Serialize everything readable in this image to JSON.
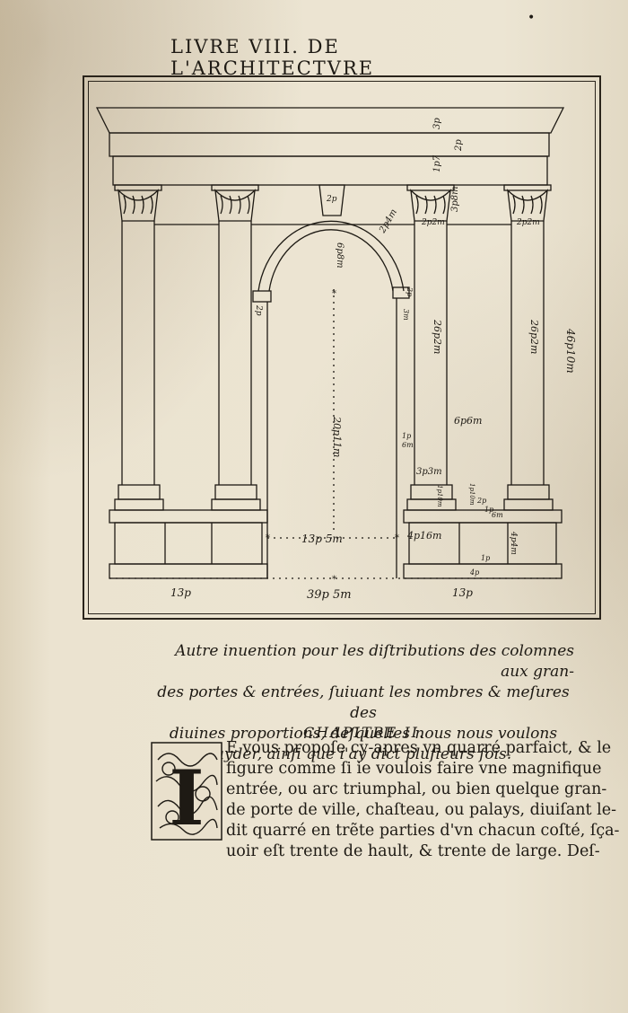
{
  "running_head": "LIVRE VIII. DE L'ARCHITECTVRE",
  "corner_mark": "•",
  "figure": {
    "labels": {
      "entab_3p": "3p",
      "entab_2p": "2p",
      "entab_1p7": "1p7",
      "cap_3p8m": "3p8m",
      "key_2p": "2p",
      "arch_2p4m": "2p4m",
      "arch_6p8m": "6p8m",
      "imp_left_2p": "2p",
      "imp_right_3m": "3m",
      "imp_right_2p": "2p",
      "col_26p2m_a": "26p2m",
      "col_26p2m_b": "26p2m",
      "col_2p2m_a": "2p2m",
      "col_2p2m_b": "2p2m",
      "total_height": "46p10m",
      "mid_6p6m": "6p6m",
      "door_height": "20p11m",
      "base_1p": "1p",
      "base_6m": "6m",
      "base_3p3m": "3p3m",
      "ped_1p10m_a": "1p10m",
      "ped_1p10m_b": "1p10m",
      "ped_2p": "2p",
      "ped_1p": "1p",
      "ped_6m": "6m",
      "ped_4p4m": "4p4m",
      "ped_4p": "4p",
      "ped_1p_b": "1p",
      "opening": "13p 5m",
      "pier": "4p16m",
      "width_left": "13p",
      "width_total": "39p 5m",
      "width_right": "13p"
    }
  },
  "caption": {
    "line1": "Autre inuention pour les diſtributions des colomnes aux gran-",
    "line2": "des portes & entrées, ſuiuant les nombres & meſures des",
    "line3": "diuines proportions, deſquelles nous nous voulons",
    "line4": "ayder, ainſi que i'ay dict pluſieurs fois."
  },
  "chapter": "CHAPITRE II.",
  "body": {
    "line1": "E vous propoſe cy-apres vn quarré parfaict, & le",
    "line2": "figure comme ſi ie voulois faire vne magnifique",
    "line3": "entrée, ou arc triumphal, ou bien quelque gran-",
    "line4": "de porte de ville, chaſteau, ou palays, diuiſant le-",
    "line5": "dit quarré en trẽte parties d'vn chacun coſté, ſça-",
    "line6": "uoir eſt trente de hault, & trente de large. Deſ-"
  },
  "initial_letter": "I",
  "colors": {
    "paper": "#e9e0cc",
    "ink": "#1e1a14"
  }
}
